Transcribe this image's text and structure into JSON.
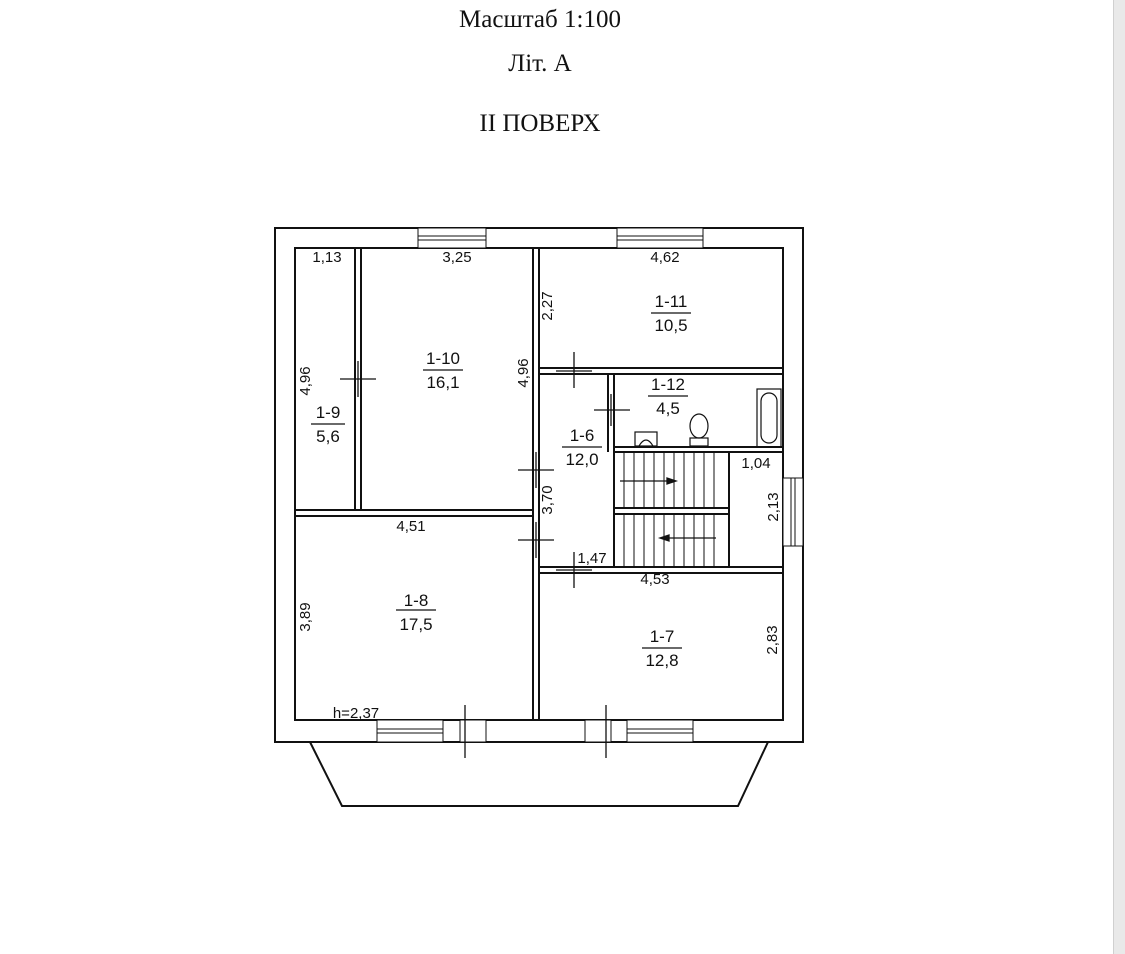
{
  "header": {
    "scale": "Масштаб 1:100",
    "letter": "Літ. А",
    "floor": "ІІ ПОВЕРХ"
  },
  "rooms": [
    {
      "id": "1-10",
      "area": "16,1"
    },
    {
      "id": "1-11",
      "area": "10,5"
    },
    {
      "id": "1-12",
      "area": "4,5"
    },
    {
      "id": "1-9",
      "area": "5,6"
    },
    {
      "id": "1-6",
      "area": "12,0"
    },
    {
      "id": "1-8",
      "area": "17,5"
    },
    {
      "id": "1-7",
      "area": "12,8"
    }
  ],
  "dimensions": [
    "1,13",
    "3,25",
    "4,62",
    "2,27",
    "4,96",
    "4,96",
    "1,04",
    "2,13",
    "3,70",
    "4,51",
    "1,47",
    "4,53",
    "3,89",
    "2,83",
    "h=2,37"
  ],
  "colors": {
    "line": "#111111",
    "page": "#ffffff",
    "background": "#e9e9e9"
  }
}
